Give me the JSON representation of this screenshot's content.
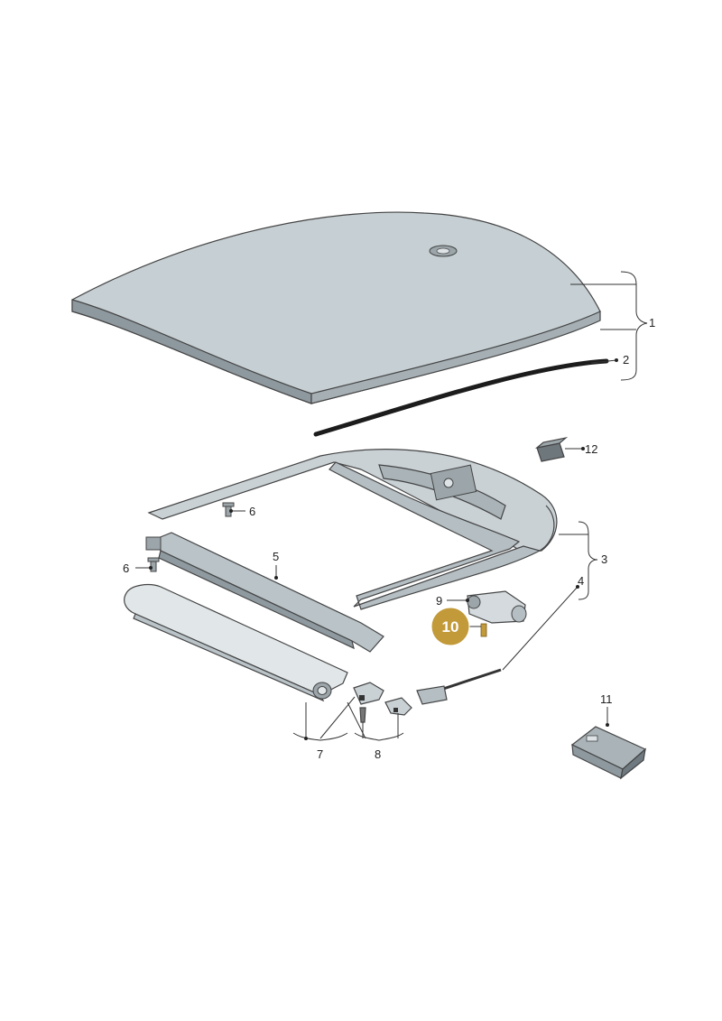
{
  "labels": {
    "p1": "1",
    "p2": "2",
    "p3": "3",
    "p4": "4",
    "p5": "5",
    "p6a": "6",
    "p6b": "6",
    "p7": "7",
    "p8": "8",
    "p9": "9",
    "p10": "10",
    "p11": "11",
    "p12": "12"
  },
  "highlight": {
    "part": "10",
    "color": "#C29A3A"
  },
  "colors": {
    "part_fill": "#C9D1D5",
    "part_dark": "#8E999F",
    "edge": "#444444"
  }
}
